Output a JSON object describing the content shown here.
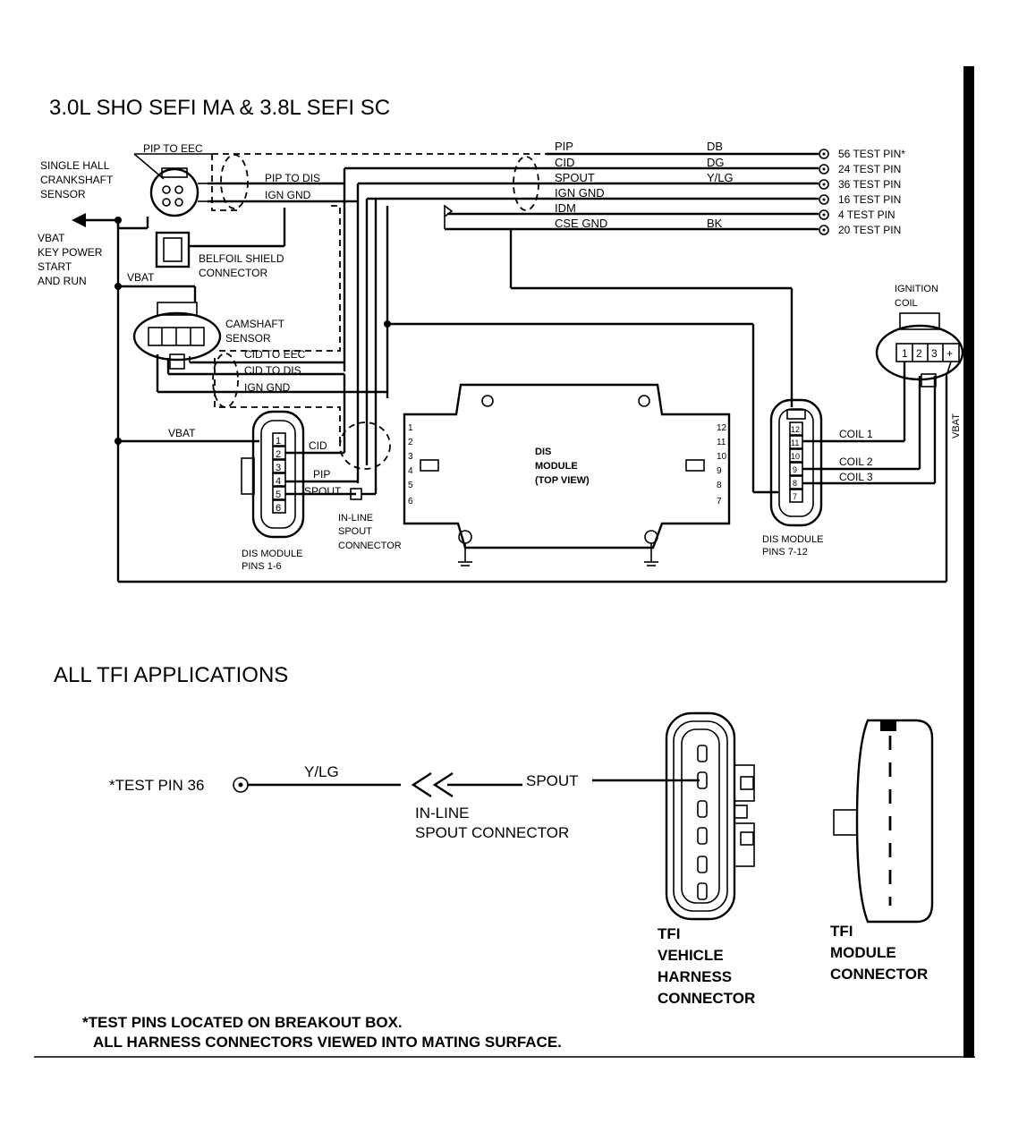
{
  "titles": {
    "top": "3.0L SHO SEFI MA & 3.8L SEFI SC",
    "bottom": "ALL TFI APPLICATIONS"
  },
  "left_labels": {
    "crank_sensor": [
      "SINGLE HALL",
      "CRANKSHAFT",
      "SENSOR"
    ],
    "key_power": [
      "VBAT",
      "KEY POWER",
      "START",
      "AND RUN"
    ],
    "vbat_a": "VBAT",
    "vbat_b": "VBAT",
    "belfoil": [
      "BELFOIL SHIELD",
      "CONNECTOR"
    ],
    "camshaft": [
      "CAMSHAFT",
      "SENSOR"
    ],
    "pip_to_eec": "PIP TO EEC",
    "pip_to_dis": "PIP TO DIS",
    "ign_gnd_top": "IGN GND",
    "cid_to_eec": "CID TO EEC",
    "cid_to_dis": "CID TO DIS",
    "ign_gnd_cam": "IGN GND",
    "cid": "CID",
    "pip": "PIP",
    "spout": "SPOUT",
    "inline": [
      "IN-LINE",
      "SPOUT",
      "CONNECTOR"
    ],
    "dis16": [
      "DIS MODULE",
      "PINS 1-6"
    ]
  },
  "signals": [
    {
      "name": "PIP",
      "color": "DB",
      "pin": "56 TEST PIN*"
    },
    {
      "name": "CID",
      "color": "DG",
      "pin": "24 TEST PIN"
    },
    {
      "name": "SPOUT",
      "color": "Y/LG",
      "pin": "36 TEST PIN"
    },
    {
      "name": "IGN GND",
      "color": "",
      "pin": "16 TEST PIN"
    },
    {
      "name": "IDM",
      "color": "",
      "pin": "4 TEST PIN"
    },
    {
      "name": "CSE GND",
      "color": "BK",
      "pin": "20 TEST PIN"
    }
  ],
  "module": {
    "title": [
      "DIS",
      "MODULE",
      "(TOP VIEW)"
    ],
    "left_pins": [
      "1",
      "2",
      "3",
      "4",
      "5",
      "6"
    ],
    "right_pins": [
      "12",
      "11",
      "10",
      "9",
      "8",
      "7"
    ]
  },
  "connector16_pins": [
    "1",
    "2",
    "3",
    "4",
    "5",
    "6"
  ],
  "connector712_pins": [
    "12",
    "11",
    "10",
    "9",
    "8",
    "7"
  ],
  "coil": {
    "title": [
      "IGNITION",
      "COIL"
    ],
    "pins": [
      "1",
      "2",
      "3",
      "+"
    ],
    "coil1": "COIL 1",
    "coil2": "COIL 2",
    "coil3": "COIL 3",
    "vbat": "VBAT"
  },
  "dis712": [
    "DIS MODULE",
    "PINS 7-12"
  ],
  "tfi": {
    "test_pin": "*TEST PIN 36",
    "ylg": "Y/LG",
    "spout": "SPOUT",
    "inline": [
      "IN-LINE",
      "SPOUT CONNECTOR"
    ],
    "harness": [
      "TFI",
      "VEHICLE",
      "HARNESS",
      "CONNECTOR"
    ],
    "module_conn": [
      "TFI",
      "MODULE",
      "CONNECTOR"
    ]
  },
  "footnotes": [
    "*TEST PINS LOCATED ON BREAKOUT BOX.",
    "ALL HARNESS CONNECTORS VIEWED INTO MATING SURFACE."
  ]
}
